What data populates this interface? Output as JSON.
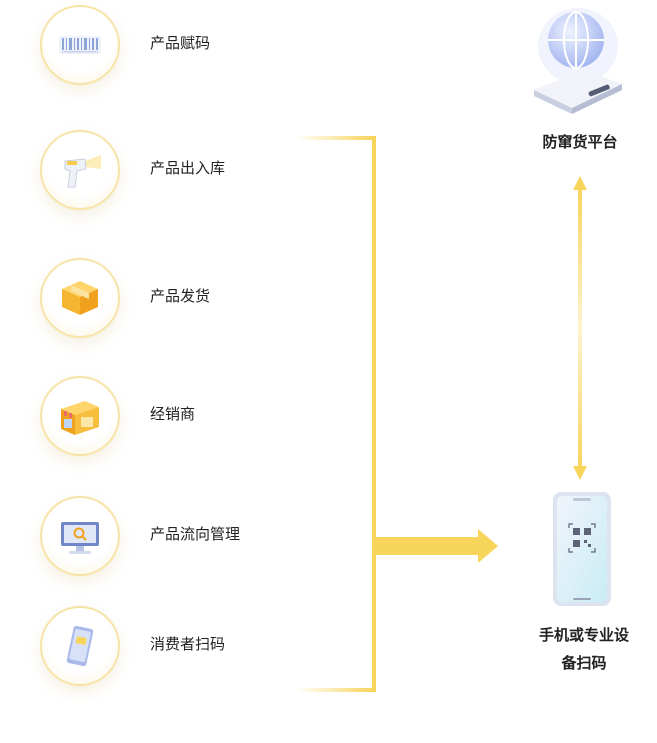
{
  "steps": [
    {
      "label": "产品赋码",
      "icon": "barcode-icon"
    },
    {
      "label": "产品出入库",
      "icon": "scanner-gun-icon"
    },
    {
      "label": "产品发货",
      "icon": "package-box-icon"
    },
    {
      "label": "经销商",
      "icon": "storefront-icon"
    },
    {
      "label": "产品流向管理",
      "icon": "monitor-icon"
    },
    {
      "label": "消费者扫码",
      "icon": "phone-scan-icon"
    }
  ],
  "platform": {
    "label": "防窜货平台",
    "icon": "server-globe-icon"
  },
  "device": {
    "label_line1": "手机或专业设",
    "label_line2": "备扫码",
    "icon": "phone-qr-icon"
  },
  "colors": {
    "accent": "#f7d45a",
    "accent_light": "#fdf1c4",
    "circle_border": "#f7e3a6"
  }
}
